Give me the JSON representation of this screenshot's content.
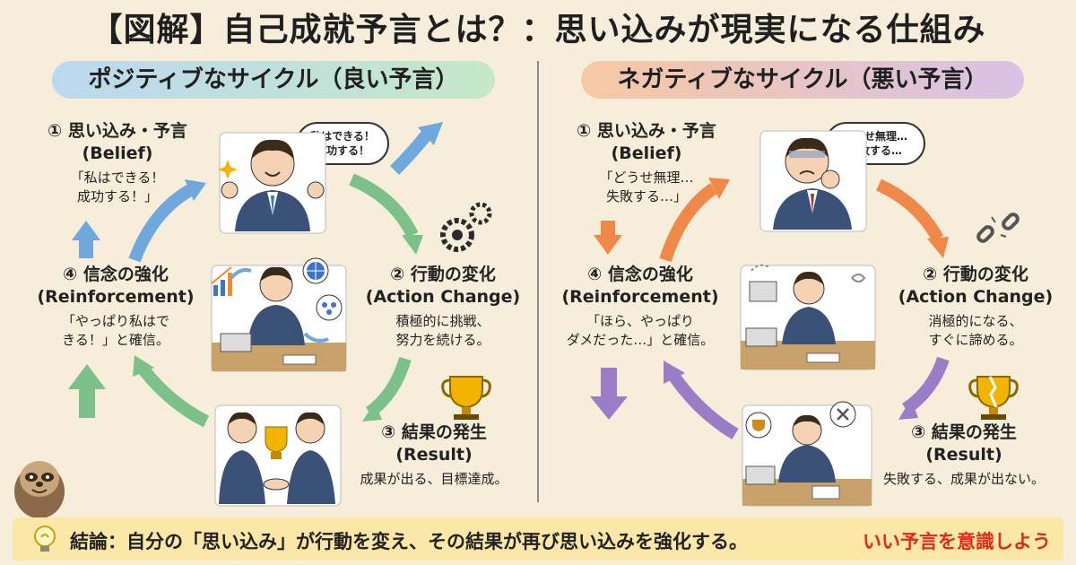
{
  "title": "【図解】自己成就予言とは？：思い込みが現実になる仕組み",
  "positive": {
    "header": "ポジティブなサイクル（良い予言）",
    "bubble": [
      "私はできる！",
      "成功する！"
    ],
    "steps": [
      {
        "head": "① 思い込み・予言",
        "sub": "(Belief)",
        "note": [
          "「私はできる！",
          "成功する！」"
        ]
      },
      {
        "head": "② 行動の変化",
        "sub": "(Action Change)",
        "note": [
          "積極的に挑戦、",
          "努力を続ける。"
        ]
      },
      {
        "head": "③ 結果の発生",
        "sub": "(Result)",
        "note": [
          "成果が出る、目標達成。"
        ]
      },
      {
        "head": "④ 信念の強化",
        "sub": "(Reinforcement)",
        "note": [
          "「やっぱり私はで",
          "きる！」と確信。"
        ]
      }
    ]
  },
  "negative": {
    "header": "ネガティブなサイクル（悪い予言）",
    "bubble": [
      "どうせ無理…",
      "失敗する…"
    ],
    "steps": [
      {
        "head": "① 思い込み・予言",
        "sub": "(Belief)",
        "note": [
          "「どうせ無理…",
          "失敗する…」"
        ]
      },
      {
        "head": "② 行動の変化",
        "sub": "(Action Change)",
        "note": [
          "消極的になる、",
          "すぐに諦める。"
        ]
      },
      {
        "head": "③ 結果の発生",
        "sub": "(Result)",
        "note": [
          "失敗する、成果が出ない。"
        ]
      },
      {
        "head": "④ 信念の強化",
        "sub": "(Reinforcement)",
        "note": [
          "「ほら、やっぱり",
          "ダメだった…」と確信。"
        ]
      }
    ]
  },
  "conclusion": "結論：自分の「思い込み」が行動を変え、その結果が再び思い込みを強化する。",
  "cta": "いい予言を意識しよう",
  "colors": {
    "background": "#f6eedb",
    "blue_arrow": "#6fa8dc",
    "green_arrow": "#7cc08a",
    "orange_arrow": "#f0884a",
    "purple_arrow": "#9b7cc6",
    "cta": "#e02a1a",
    "banner": "#fbe7a7"
  },
  "icons": [
    "gear-icon",
    "trophy-icon",
    "broken-chain-icon",
    "broken-trophy-icon",
    "lightbulb-icon",
    "globe-icon",
    "bar-chart-icon",
    "sloth-mascot"
  ]
}
